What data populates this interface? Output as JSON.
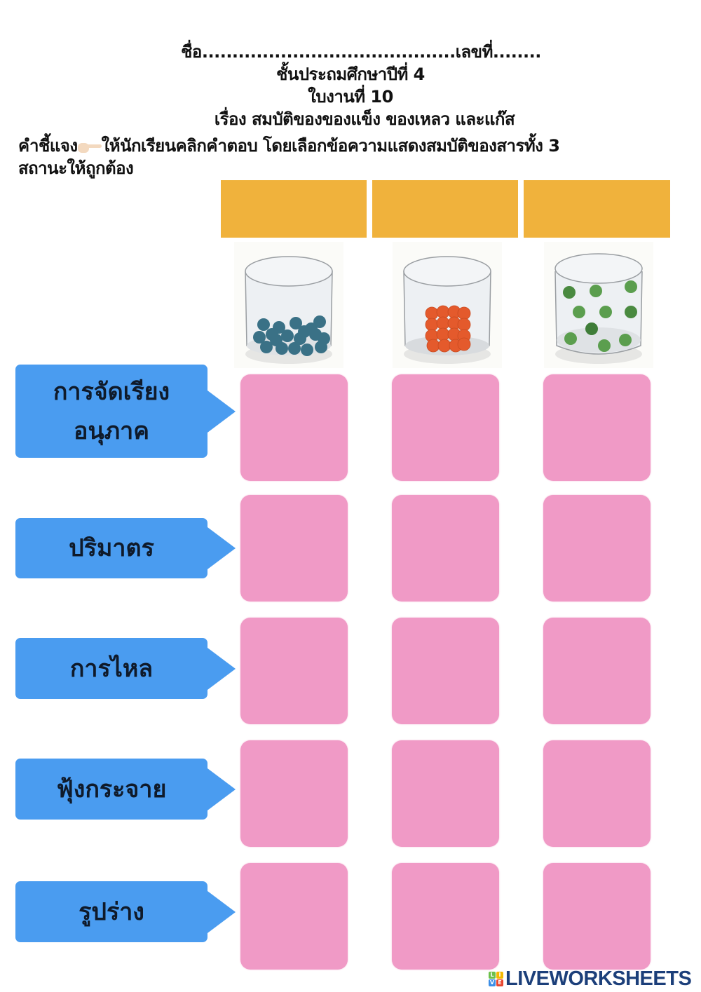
{
  "header": {
    "name_line": "ชื่อ..........................................เลขที่........",
    "grade": "ชั้นประถมศึกษาปีที่ 4",
    "worksheet_no": "ใบงานที่ 10",
    "topic": "เรื่อง สมบัติของของแข็ง ของเหลว และแก๊ส"
  },
  "instructions": {
    "label": "คำชี้แจง",
    "icon": "pointing-hand-icon",
    "line1": "ให้นักเรียนคลิกคำตอบ โดยเลือกข้อความแสดงสมบัติของสารทั้ง 3",
    "line2": "สถานะให้ถูกต้อง"
  },
  "columns": [
    {
      "header_label": "",
      "header_color": "#f0b23c",
      "jar_particle_color": "#3a7186",
      "jar_arrangement": "loosely packed cluster at bottom"
    },
    {
      "header_label": "",
      "header_color": "#f0b23c",
      "jar_particle_color": "#e45a2c",
      "jar_arrangement": "tightly packed grid"
    },
    {
      "header_label": "",
      "header_color": "#f0b23c",
      "jar_particle_color": "#5b9e4e",
      "jar_arrangement": "spread out particles"
    }
  ],
  "rows": [
    {
      "label_line1": "การจัดเรียง",
      "label_line2": "อนุภาค",
      "answers": [
        "",
        "",
        ""
      ]
    },
    {
      "label_line1": "ปริมาตร",
      "label_line2": "",
      "answers": [
        "",
        "",
        ""
      ]
    },
    {
      "label_line1": "การไหล",
      "label_line2": "",
      "answers": [
        "",
        "",
        ""
      ]
    },
    {
      "label_line1": "ฟุ้งกระจาย",
      "label_line2": "",
      "answers": [
        "",
        "",
        ""
      ]
    },
    {
      "label_line1": "รูปร่าง",
      "label_line2": "",
      "answers": [
        "",
        "",
        ""
      ]
    }
  ],
  "colors": {
    "label_blue": "#4a9cf0",
    "answer_pink": "#f09ac6",
    "header_orange": "#f0b23c",
    "brand_navy": "#1c3f7a"
  },
  "footer": {
    "brand": "LIVEWORKSHEETS",
    "logo_letters": [
      "L",
      "I",
      "V",
      "E"
    ]
  }
}
